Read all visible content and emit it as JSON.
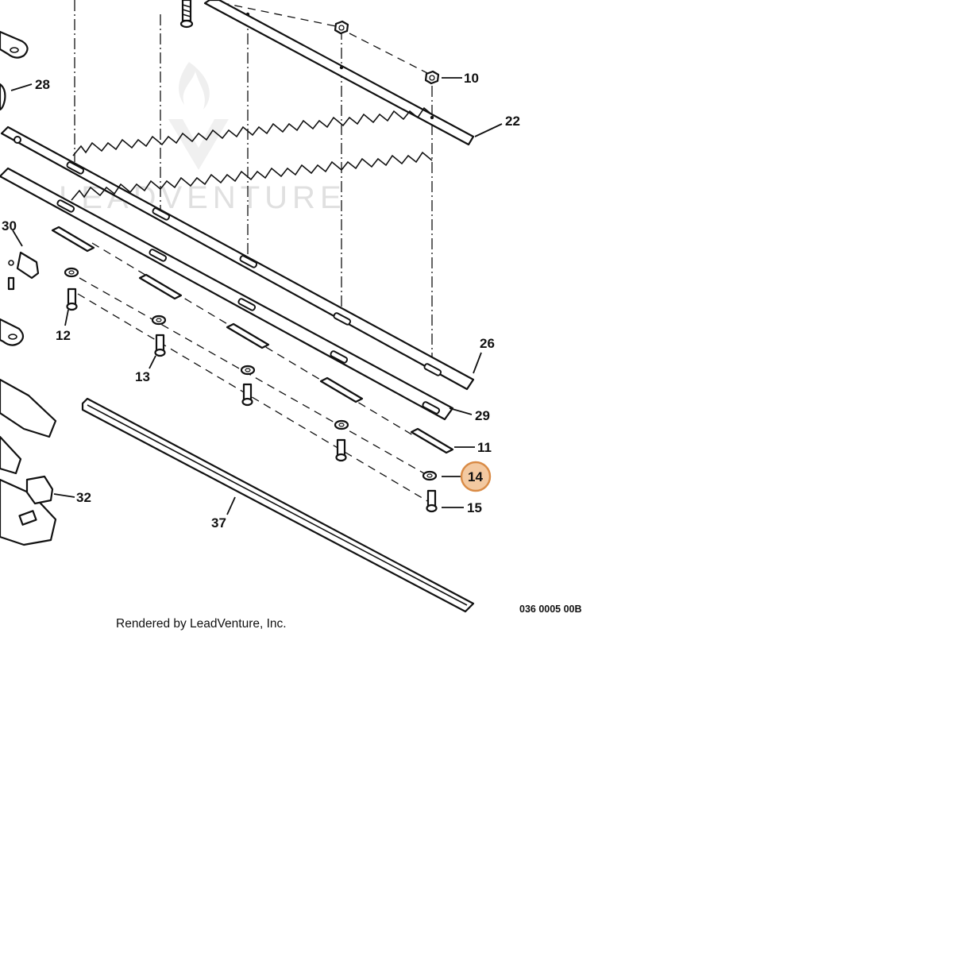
{
  "diagram": {
    "callouts": [
      {
        "id": "28",
        "label": "28"
      },
      {
        "id": "10",
        "label": "10"
      },
      {
        "id": "22",
        "label": "22"
      },
      {
        "id": "30",
        "label": "30"
      },
      {
        "id": "26",
        "label": "26"
      },
      {
        "id": "12",
        "label": "12"
      },
      {
        "id": "13",
        "label": "13"
      },
      {
        "id": "29",
        "label": "29"
      },
      {
        "id": "11",
        "label": "11"
      },
      {
        "id": "14",
        "label": "14",
        "highlighted": true
      },
      {
        "id": "15",
        "label": "15"
      },
      {
        "id": "32",
        "label": "32"
      },
      {
        "id": "37",
        "label": "37"
      }
    ],
    "drawing_code": "036 0005 00B",
    "credit": "Rendered by LeadVenture, Inc.",
    "watermark": "LEADVENTURE",
    "highlight_color": "#f3c9a1",
    "highlight_stroke": "#d98b46"
  }
}
